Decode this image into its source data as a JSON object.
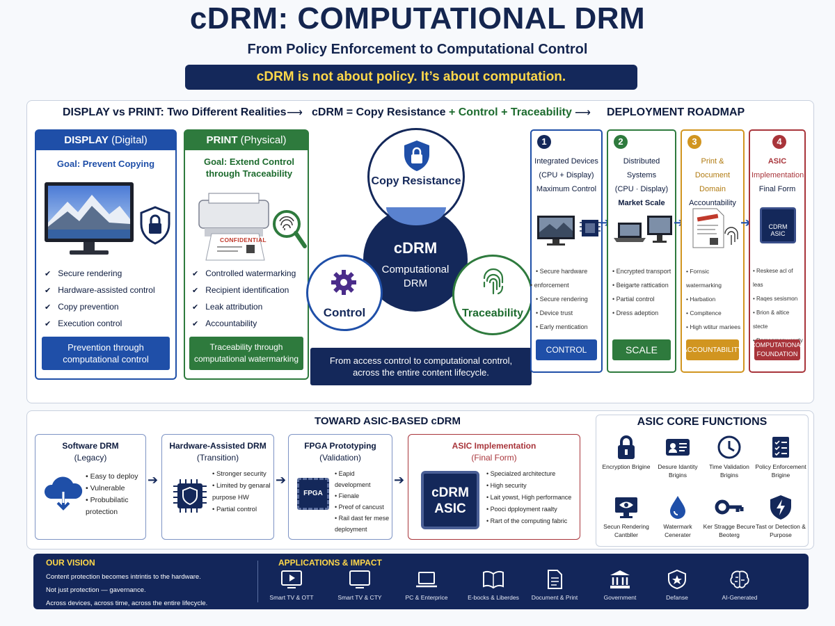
{
  "header": {
    "title": "cDRM: COMPUTATIONAL DRM",
    "subtitle": "From Policy Enforcement to Computational Control",
    "tagline": "cDRM is not about policy. It’s about computation."
  },
  "section_headers": {
    "display_vs_print": "DISPLAY vs PRINT: Two Different Realities",
    "equation_prefix": "cDRM = Copy Resistance",
    "equation_plus1": " + Control + ",
    "equation_trace": "Traceability",
    "roadmap": "DEPLOYMENT ROADMAP",
    "arrow": "⟶"
  },
  "display": {
    "title": "DISPLAY",
    "title_sub": "(Digital)",
    "goal": "Goal: Prevent Copying",
    "items": [
      "Secure rendering",
      "Hardware-assisted control",
      "Copy prevention",
      "Execution control"
    ],
    "footer": "Prevention through computational control"
  },
  "print": {
    "title": "PRINT",
    "title_sub": "(Physical)",
    "goal": "Goal: Extend Control through Traceability",
    "doc_label": "CONFIDENTIAL",
    "items": [
      "Controlled watermarking",
      "Recipient identification",
      "Leak attribution",
      "Accountability"
    ],
    "footer": "Traceability through computational watermarking"
  },
  "venn": {
    "top": "Copy Resistance",
    "center_title": "cDRM",
    "center_sub": "Computational DRM",
    "left": "Control",
    "right": "Traceability",
    "caption": "From access control to computational control, across the entire content lifecycle."
  },
  "roadmap": [
    {
      "num": "1",
      "lines": [
        "Integrated Devices",
        "(CPU + Display)",
        "Maximum Control"
      ],
      "items": [
        "Secure hardware",
        "enforcement",
        "Secure rendering",
        "Device trust",
        "Early mentication"
      ],
      "button": "CONTROL",
      "color": "#1f4fa8"
    },
    {
      "num": "2",
      "lines": [
        "Distributed Systems",
        "(CPU · Display)",
        "Market Scale"
      ],
      "items": [
        "Encrypted transport",
        "Beigarte rattication",
        "Partial control",
        "Dress adeption"
      ],
      "button": "SCALE",
      "color": "#2e7a3d"
    },
    {
      "num": "3",
      "lines": [
        "Print & Document",
        "Domain",
        "Accountability"
      ],
      "items": [
        "Fornsic watermarking",
        "Harbation",
        "Compltence",
        "High wtitur mariees"
      ],
      "button": "ACCOUNTABILITY",
      "color": "#d19520"
    },
    {
      "num": "4",
      "lines": [
        "ASIC",
        "Implementation",
        "Final Form"
      ],
      "items": [
        "Reskese acl of leas",
        "Raqes sesismon",
        "Brion & altice stecte",
        "Domanmeny wurty"
      ],
      "button": "COMPUTATIONAL FOUNDATION",
      "color": "#a8343a",
      "chip": "CDRM ASIC"
    }
  ],
  "asic_path": {
    "title": "TOWARD ASIC-BASED cDRM",
    "stages": [
      {
        "title": "Software DRM",
        "sub": "(Legacy)",
        "items": [
          "Easy to deploy",
          "Vulnerable",
          "Probubilatic protection"
        ]
      },
      {
        "title": "Hardware-Assisted DRM",
        "sub": "(Transition)",
        "items": [
          "Stronger security",
          "Limited by genaral purpose HW",
          "Partial control"
        ]
      },
      {
        "title": "FPGA Prototyping",
        "sub": "(Validation)",
        "chip": "FPGA",
        "items": [
          "Eapid development",
          "Fienale",
          "Preof of cancust",
          "Rail dast fer mese deployment"
        ]
      },
      {
        "title": "ASIC Implementation",
        "sub": "(Final Form)",
        "chip_line1": "cDRM",
        "chip_line2": "ASIC",
        "items": [
          "Specialzed architecture",
          "High security",
          "Lait yowst, High performance",
          "Pooci dpployment raalty",
          "Rart of the computing fabric"
        ]
      }
    ]
  },
  "core_functions": {
    "title": "ASIC CORE FUNCTIONS",
    "cells": [
      {
        "label": "Encryption Brigine",
        "icon": "lock-icon"
      },
      {
        "label": "Desure Idantity Brigins",
        "icon": "id-card-icon"
      },
      {
        "label": "Time Validation Brigins",
        "icon": "clock-icon"
      },
      {
        "label": "Policy Enforcement Brigine",
        "icon": "checklist-icon"
      },
      {
        "label": "Secun Rendering Cantbller",
        "icon": "eye-monitor-icon"
      },
      {
        "label": "Watermark Cenerater",
        "icon": "drop-icon"
      },
      {
        "label": "Ker Stragge Becure Beoterg",
        "icon": "key-icon"
      },
      {
        "label": "Tast or Detection & Purpose",
        "icon": "shield-bolt-icon"
      }
    ]
  },
  "vision": {
    "title": "OUR VISION",
    "lines": [
      "Content protection becomes intrintis to the hardware.",
      "Not just protection — gavernance.",
      "Across devices, across time, across the entire lifecycle."
    ]
  },
  "applications": {
    "title": "APPLICATIONS & IMPACT",
    "items": [
      {
        "label": "Smart TV & OTT",
        "icon": "tv-play-icon"
      },
      {
        "label": "Smart TV & CTY",
        "icon": "tv-icon"
      },
      {
        "label": "PC & Enterprice",
        "icon": "laptop-icon"
      },
      {
        "label": "E-bocks & Liberdes",
        "icon": "book-icon"
      },
      {
        "label": "Document & Print",
        "icon": "document-icon"
      },
      {
        "label": "Government",
        "icon": "government-icon"
      },
      {
        "label": "Defanse",
        "icon": "shield-icon"
      },
      {
        "label": "AI-Generated",
        "icon": "brain-icon"
      }
    ]
  },
  "colors": {
    "navy": "#14285a",
    "blue": "#1f4fa8",
    "green": "#2e7a3d",
    "gold": "#d19520",
    "red": "#a8343a",
    "yellow": "#ffd84a"
  }
}
